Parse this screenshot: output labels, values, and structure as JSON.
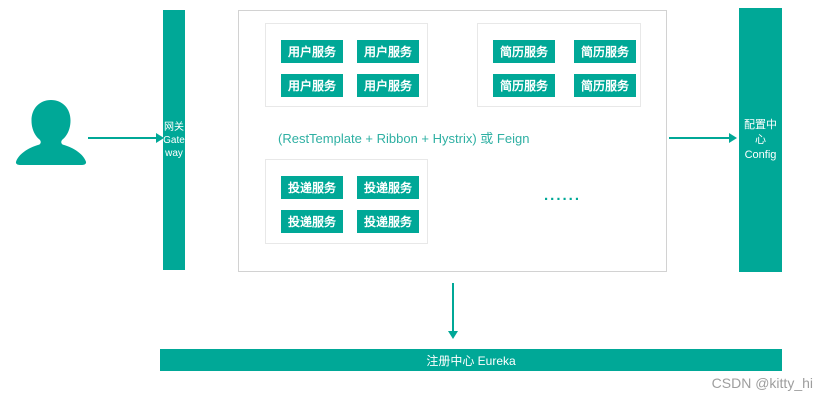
{
  "colors": {
    "accent_teal": "#00a897",
    "middle_text_teal": "#2fb0a3",
    "outer_box_border": "#d2d2d2",
    "group_box_border": "#e8e8e8",
    "watermark_gray": "#9e9e9e"
  },
  "actor": {
    "icon": "user-silhouette-icon"
  },
  "gateway_bar": {
    "lines": [
      "网关",
      "Gate",
      "way"
    ]
  },
  "config_bar": {
    "lines": [
      "配置中心",
      "Config"
    ]
  },
  "eureka_bar": {
    "label": "注册中心 Eureka"
  },
  "cluster_panel": {
    "middle_text": "(RestTemplate + Ribbon + Hystrix) 或 Feign",
    "ellipsis": "......",
    "groups": [
      {
        "name": "user-services",
        "services": [
          "用户服务",
          "用户服务",
          "用户服务",
          "用户服务"
        ]
      },
      {
        "name": "resume-services",
        "services": [
          "简历服务",
          "简历服务",
          "简历服务",
          "简历服务"
        ]
      },
      {
        "name": "delivery-services",
        "services": [
          "投递服务",
          "投递服务",
          "投递服务",
          "投递服务"
        ]
      }
    ]
  },
  "watermark": "CSDN @kitty_hi"
}
